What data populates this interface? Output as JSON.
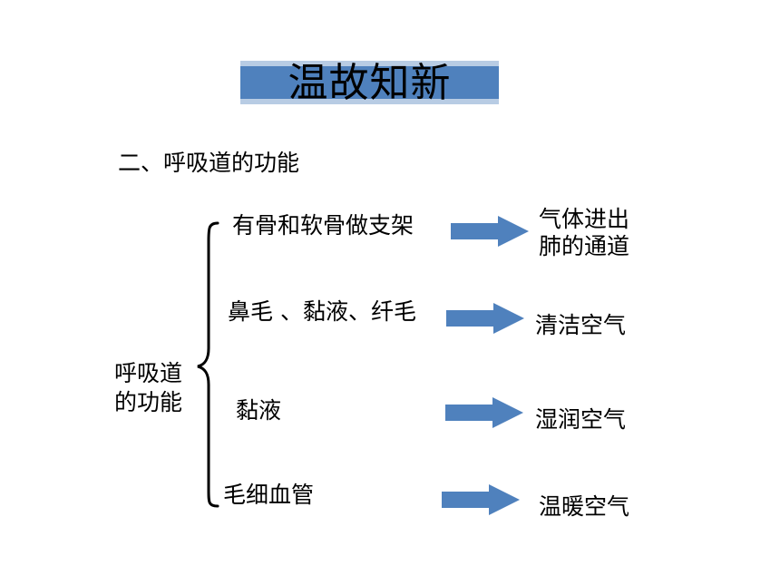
{
  "title": "温故知新",
  "subtitle": "二、呼吸道的功能",
  "root": {
    "line1": "呼吸道",
    "line2": "的功能"
  },
  "branches": [
    {
      "structure": "有骨和软骨做支架",
      "function_line1": "气体进出",
      "function_line2": "肺的通道"
    },
    {
      "structure": "鼻毛 、黏液、纤毛",
      "function_line1": "清洁空气",
      "function_line2": ""
    },
    {
      "structure": "黏液",
      "function_line1": "湿润空气",
      "function_line2": ""
    },
    {
      "structure": "毛细血管",
      "function_line1": "温暖空气",
      "function_line2": ""
    }
  ],
  "colors": {
    "banner_light": "#b8cce4",
    "banner_dark": "#4f81bd",
    "arrow": "#4f81bd"
  },
  "icons": {
    "arrow": "right-arrow-icon",
    "brace": "left-curly-brace"
  }
}
